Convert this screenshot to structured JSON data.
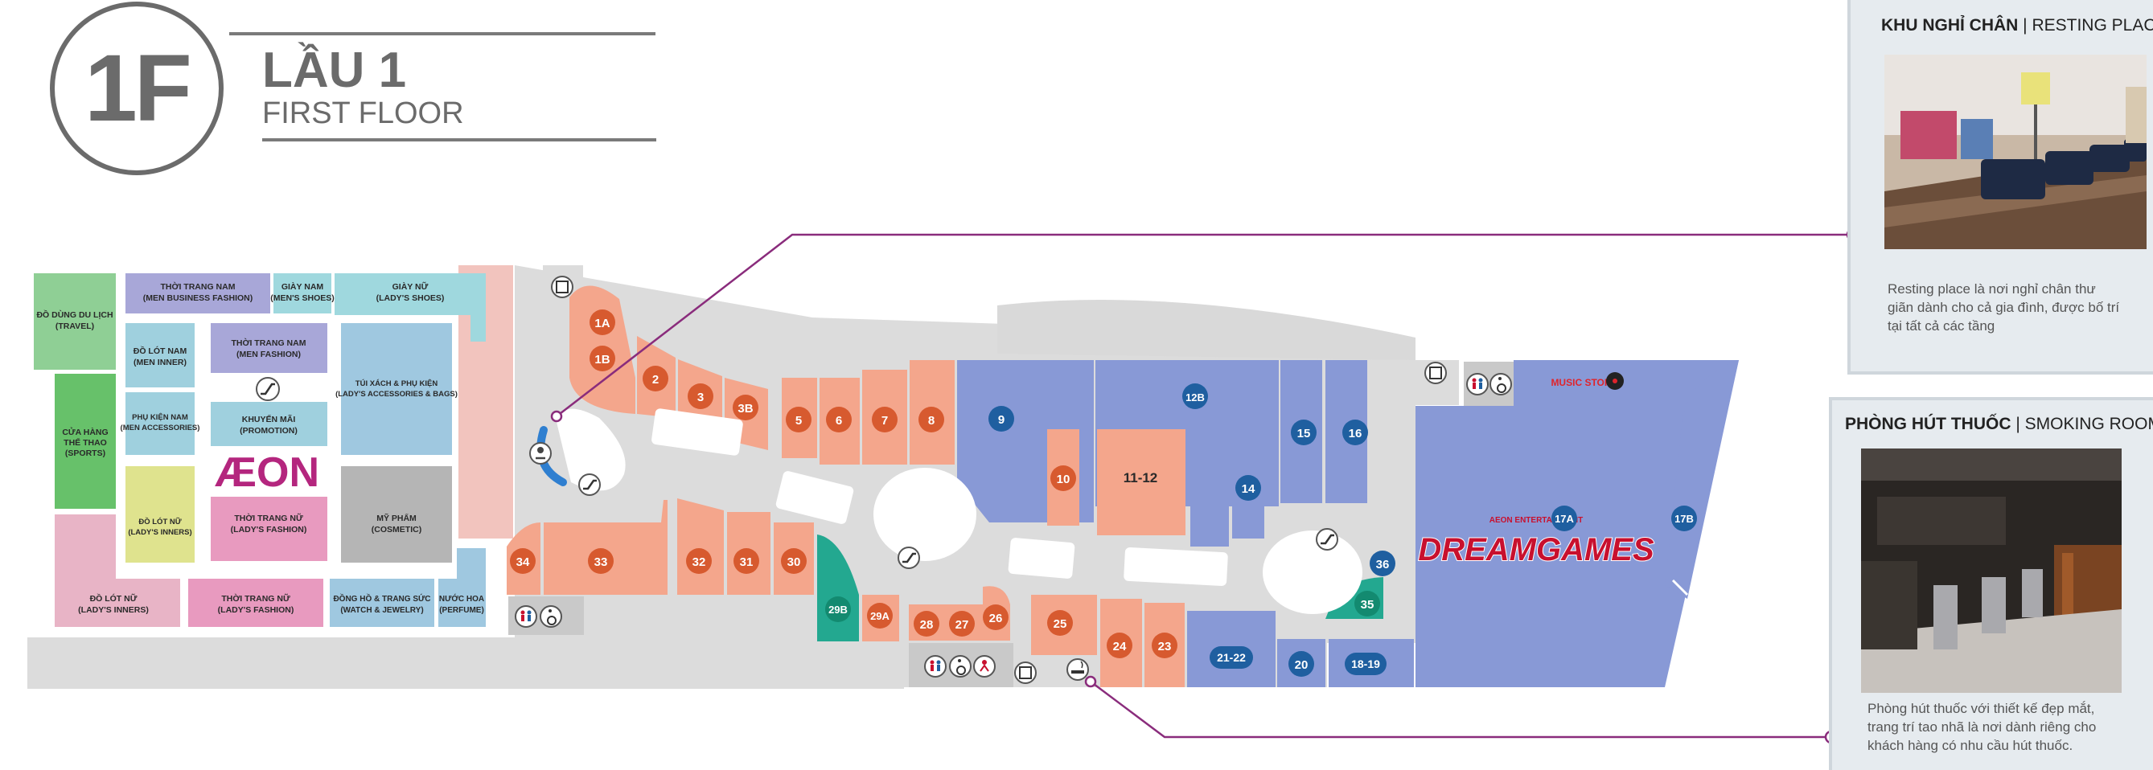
{
  "header": {
    "floor_code": "1F",
    "floor_name_vi": "LẦU 1",
    "floor_name_en": "FIRST FLOOR"
  },
  "brands": {
    "aeon": "ÆON",
    "dream_games_sub": "AEON ENTERTAINMENT",
    "dream_games": "DREAMGAMES",
    "music_store": "MUSIC STORE"
  },
  "departments": {
    "travel": [
      "ĐỒ DÙNG DU LỊCH",
      "(TRAVEL)"
    ],
    "sports": [
      "CỬA HÀNG",
      "THỂ THAO",
      "(SPORTS)"
    ],
    "lady_inners_bottom": [
      "ĐỒ LÓT NỮ",
      "(LADY'S INNERS)"
    ],
    "men_business": [
      "THỜI TRANG NAM",
      "(MEN BUSINESS FASHION)"
    ],
    "mens_shoes": [
      "GIÀY NAM",
      "(MEN'S SHOES)"
    ],
    "ladys_shoes": [
      "GIÀY NỮ",
      "(LADY'S SHOES)"
    ],
    "men_inner": [
      "ĐỒ LÓT NAM",
      "(MEN INNER)"
    ],
    "men_accessories": [
      "PHỤ KIỆN NAM",
      "(MEN ACCESSORIES)"
    ],
    "lady_inners": [
      "ĐỒ LÓT NỮ",
      "(LADY'S INNERS)"
    ],
    "men_fashion": [
      "THỜI TRANG NAM",
      "(MEN FASHION)"
    ],
    "promotion": [
      "KHUYẾN MÃI",
      "(PROMOTION)"
    ],
    "lady_fashion": [
      "THỜI TRANG NỮ",
      "(LADY'S FASHION)"
    ],
    "lady_fashion_bottom": [
      "THỜI TRANG NỮ",
      "(LADY'S FASHION)"
    ],
    "bags": [
      "TÚI XÁCH & PHỤ KIỆN",
      "(LADY'S ACCESSORIES & BAGS)"
    ],
    "cosmetic": [
      "MỸ PHẨM",
      "(COSMETIC)"
    ],
    "watch": [
      "ĐỒNG HỒ & TRANG SỨC",
      "(WATCH & JEWELRY)"
    ],
    "perfume": [
      "NƯỚC HOA",
      "(PERFUME)"
    ]
  },
  "units": {
    "u1A": "1A",
    "u1B": "1B",
    "u2": "2",
    "u3": "3",
    "u3B": "3B",
    "u5": "5",
    "u6": "6",
    "u7": "7",
    "u8": "8",
    "u9": "9",
    "u10": "10",
    "u1112": "11-12",
    "u12B": "12B",
    "u14": "14",
    "u15": "15",
    "u16": "16",
    "u17A": "17A",
    "u17B": "17B",
    "u1819": "18-19",
    "u20": "20",
    "u2122": "21-22",
    "u23": "23",
    "u24": "24",
    "u25": "25",
    "u26": "26",
    "u27": "27",
    "u28": "28",
    "u29A": "29A",
    "u29B": "29B",
    "u30": "30",
    "u31": "31",
    "u32": "32",
    "u33": "33",
    "u34": "34",
    "u35": "35",
    "u36": "36"
  },
  "resting_panel": {
    "title_vi": "KHU NGHỈ CHÂN",
    "title_en": "| RESTING PLACE",
    "desc": [
      "Resting place là nơi nghỉ chân thư",
      "giãn dành cho cả gia đình, được bố trí",
      "tại tất cả các tầng"
    ]
  },
  "smoking_panel": {
    "title_vi": "PHÒNG HÚT THUỐC",
    "title_en": "| SMOKING ROOM",
    "desc": [
      "Phòng hút thuốc với thiết kế đẹp mắt,",
      "trang trí tao nhã  là nơi dành riêng cho",
      "khách hàng có nhu cầu hút thuốc."
    ]
  },
  "colors": {
    "salmon": "#f4a68c",
    "badge_orange": "#d75a2f",
    "badge_blue": "#1f5fa0",
    "teal": "#23a890",
    "corridor": "#dcdcdc",
    "accent_line": "#8a2c7c"
  },
  "icons": [
    "escalator-icon",
    "restroom-icon",
    "accessible-icon",
    "elevator-icon",
    "smoking-icon",
    "baby-care-icon",
    "nursery-icon"
  ]
}
